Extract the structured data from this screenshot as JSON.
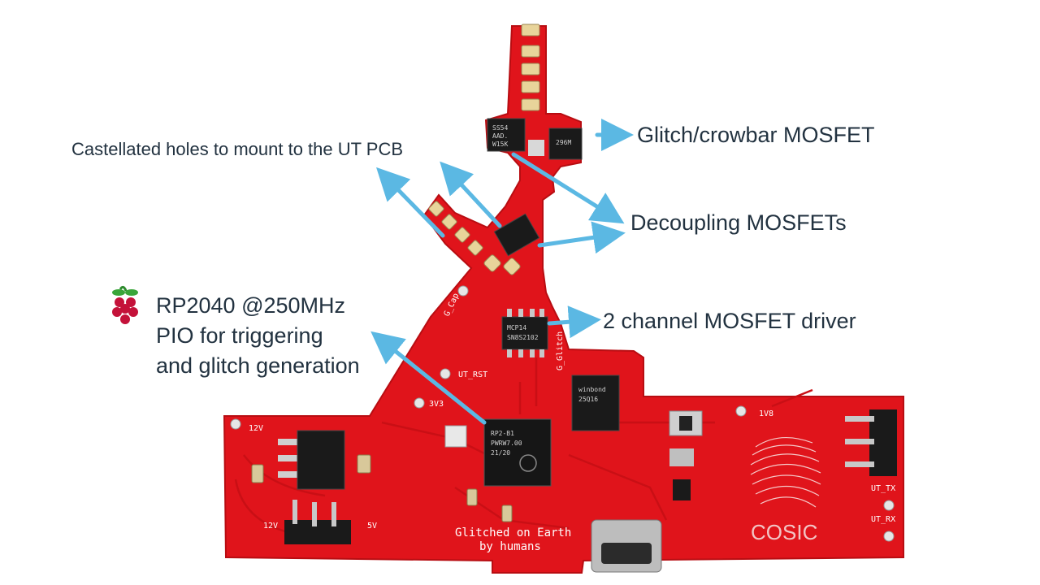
{
  "annotations": {
    "castellated": "Castellated holes to mount to the UT PCB",
    "glitch_mosfet": "Glitch/crowbar MOSFET",
    "decoupling": "Decoupling MOSFETs",
    "driver": "2 channel MOSFET driver",
    "rp2040_line1": "RP2040 @250MHz",
    "rp2040_line2": "PIO for triggering",
    "rp2040_line3": "and glitch generation"
  },
  "board_silkscreen": {
    "label_12v_top": "12V",
    "label_12v_bottom": "12V",
    "label_5v": "5V",
    "label_3v3": "3V3",
    "label_ut_rst": "UT_RST",
    "label_1v8": "1V8",
    "label_ut_tx": "UT_TX",
    "label_ut_rx": "UT_RX",
    "label_g_cap": "G_Cap",
    "label_g_glitch": "G_Glitch",
    "tagline_1": "Glitched on Earth",
    "tagline_2": "by humans",
    "logo": "COSIC"
  },
  "chip_markings": {
    "rp2040": [
      "RP2-B1",
      "PWRW7.00",
      "21/20"
    ],
    "driver": [
      "MCP14",
      "SN8S2102"
    ],
    "mosfet_a": [
      "SS54",
      "AAD.",
      "W15K"
    ],
    "mosfet_b": [
      "296M"
    ],
    "flash": [
      "winbond",
      "25Q16"
    ]
  },
  "colors": {
    "pcb": "#e0141b",
    "pcb_dark": "#b80d12",
    "arrow": "#5bb8e3",
    "text": "#223240"
  },
  "icons": [
    "raspberry-pi-logo-icon"
  ]
}
